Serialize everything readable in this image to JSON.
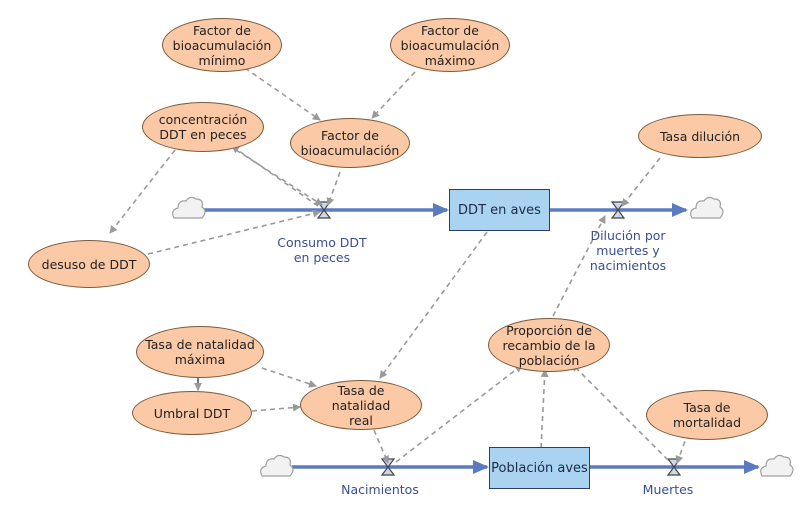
{
  "auxiliaries": {
    "factor_min": "Factor de\nbioacumulación\nmínimo",
    "factor_max": "Factor de\nbioacumulación\nmáximo",
    "conc_ddt": "concentración\nDDT en peces",
    "factor_bio": "Factor de\nbioacumulación",
    "tasa_dilucion": "Tasa dilución",
    "desuso": "desuso de DDT",
    "tasa_nat_max": "Tasa de natalidad\nmáxima",
    "umbral": "Umbral DDT",
    "tasa_nat_real": "Tasa de natalidad\nreal",
    "proporcion": "Proporción de\nrecambio de la\npoblación",
    "tasa_mort": "Tasa de\nmortalidad"
  },
  "stocks": {
    "ddt_aves": "DDT en aves",
    "poblacion_aves": "Población aves"
  },
  "flows": {
    "consumo": "Consumo DDT\nen peces",
    "dilucion": "Dilución por\nmuertes y\nnacimientos",
    "nacimientos": "Nacimientos",
    "muertes": "Muertes"
  },
  "colors": {
    "aux_fill": "#fcc9a6",
    "aux_border": "#7a5c3c",
    "stock_fill": "#a9d3f1",
    "flow_pipe": "#5b7bc0",
    "link": "#9a9a9a",
    "flow_text": "#3a4f8f"
  }
}
